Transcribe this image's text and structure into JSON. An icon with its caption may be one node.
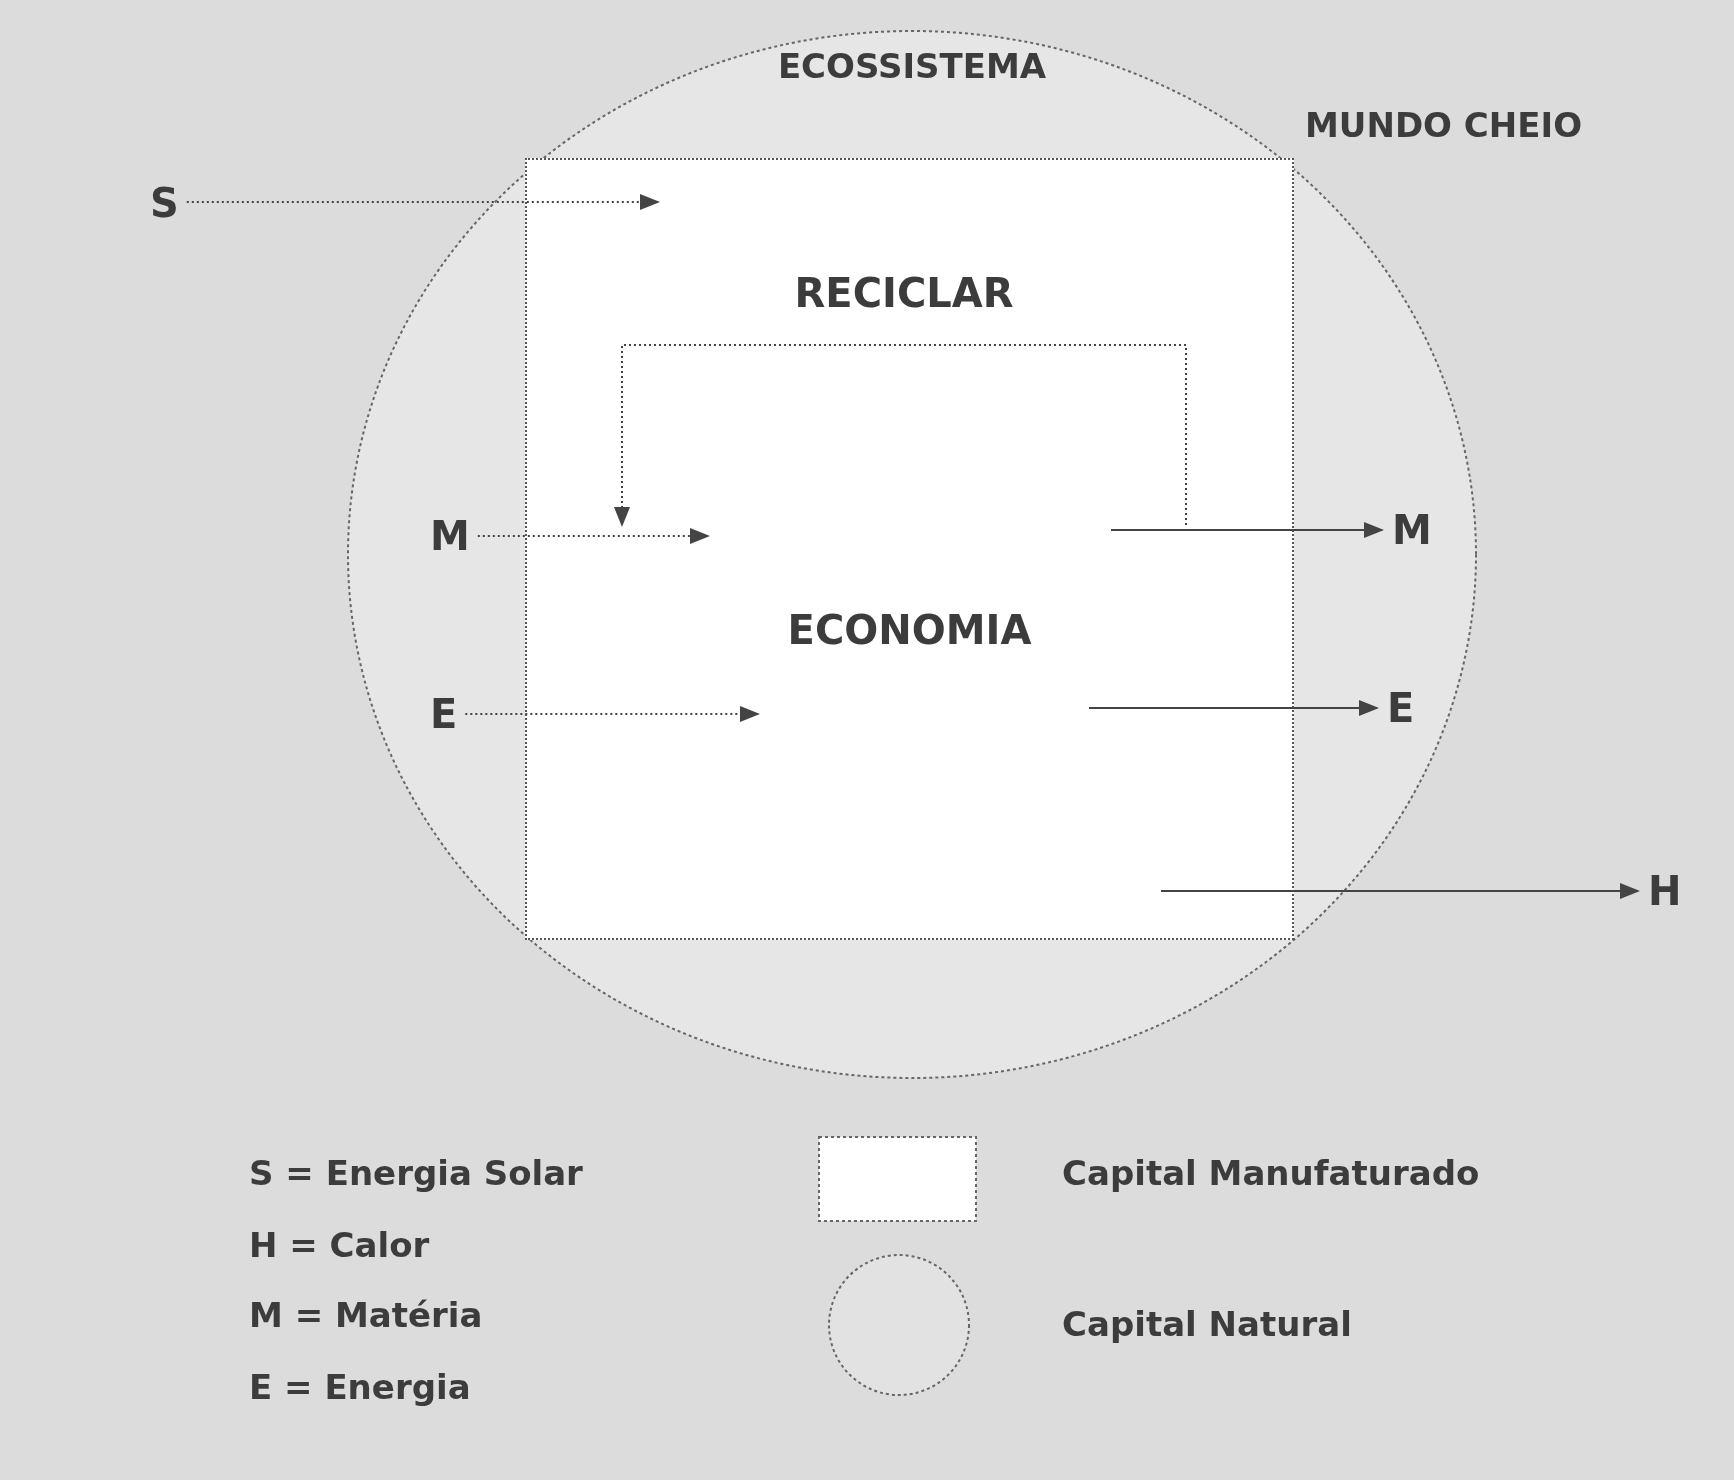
{
  "diagram": {
    "nodes": [
      {
        "text": [
          "ECOSSISTEMA"
        ]
      },
      {
        "text": [
          "ECONOMIA"
        ],
        "in": 0
      },
      {
        "text": [
          "S"
        ]
      },
      {
        "text": [
          "M"
        ],
        "in": 0
      },
      {
        "text": [
          "E"
        ],
        "in": 0
      },
      {
        "text": [
          "M"
        ],
        "in": 0
      },
      {
        "text": [
          "E"
        ],
        "in": 0
      },
      {
        "text": [
          "H"
        ]
      }
    ],
    "edges": [
      {
        "from": 2,
        "to": 1,
        "arrow": "to",
        "style": "dashed"
      },
      {
        "from": 1,
        "to": 1,
        "arrow": "to",
        "style": "dashed",
        "label": "RECICLAR"
      },
      {
        "from": 3,
        "to": 1,
        "arrow": "to",
        "style": "dashed"
      },
      {
        "from": 4,
        "to": 1,
        "arrow": "to",
        "style": "dashed"
      },
      {
        "from": 1,
        "to": 5,
        "arrow": "to"
      },
      {
        "from": 1,
        "to": 6,
        "arrow": "to"
      },
      {
        "from": 1,
        "to": 7,
        "arrow": "to"
      }
    ],
    "labels": [
      "MUNDO CHEIO",
      "S = Energia Solar",
      "H = Calor",
      "M = Matéria",
      "E = Energia"
    ],
    "legend": [
      {
        "text": "Capital Manufaturado"
      },
      {
        "text": "Capital Natural"
      }
    ]
  }
}
